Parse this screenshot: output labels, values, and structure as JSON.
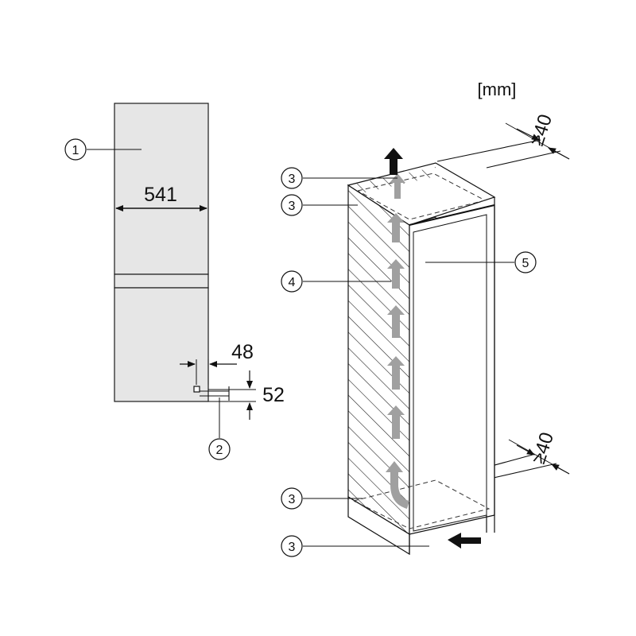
{
  "unit_label": "[mm]",
  "dimensions": {
    "width": "541",
    "side_offset": "48",
    "vertical_offset": "52",
    "top_clearance": "≥40",
    "bottom_clearance": "≥40"
  },
  "callouts": {
    "c1": "1",
    "c2": "2",
    "c3a": "3",
    "c3b": "3",
    "c3c": "3",
    "c3d": "3",
    "c4": "4",
    "c5": "5"
  },
  "colors": {
    "panel_fill": "#e6e6e6",
    "line": "#1a1a1a",
    "airflow_arrow": "#a0a0a0",
    "black_arrow": "#111111"
  }
}
